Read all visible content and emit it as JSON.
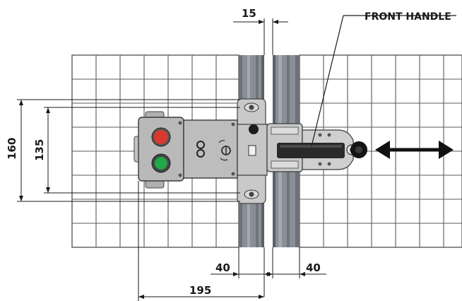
{
  "labels": {
    "front_handle": "FRONT HANDLE"
  },
  "dimensions": {
    "gap_top": "15",
    "height_outer": "160",
    "height_inner": "135",
    "left_profile_width": "40",
    "right_profile_width": "40",
    "overall_width": "195"
  },
  "icons": {
    "motion_arrow": "double-headed-arrow-icon",
    "stop_button": "red-button-icon",
    "start_button": "green-button-icon",
    "key_slots": "key-slot-icon",
    "unlock_symbol": "unlock-key-icon"
  },
  "colors": {
    "mesh_line": "#5a5a5a",
    "profile": "#8a8e96",
    "housing": "#b9b9b9",
    "stop_button": "#d9392c",
    "start_button": "#21a84a",
    "handle": "#2a2a2a",
    "dimension_line": "#1a1a1a"
  }
}
